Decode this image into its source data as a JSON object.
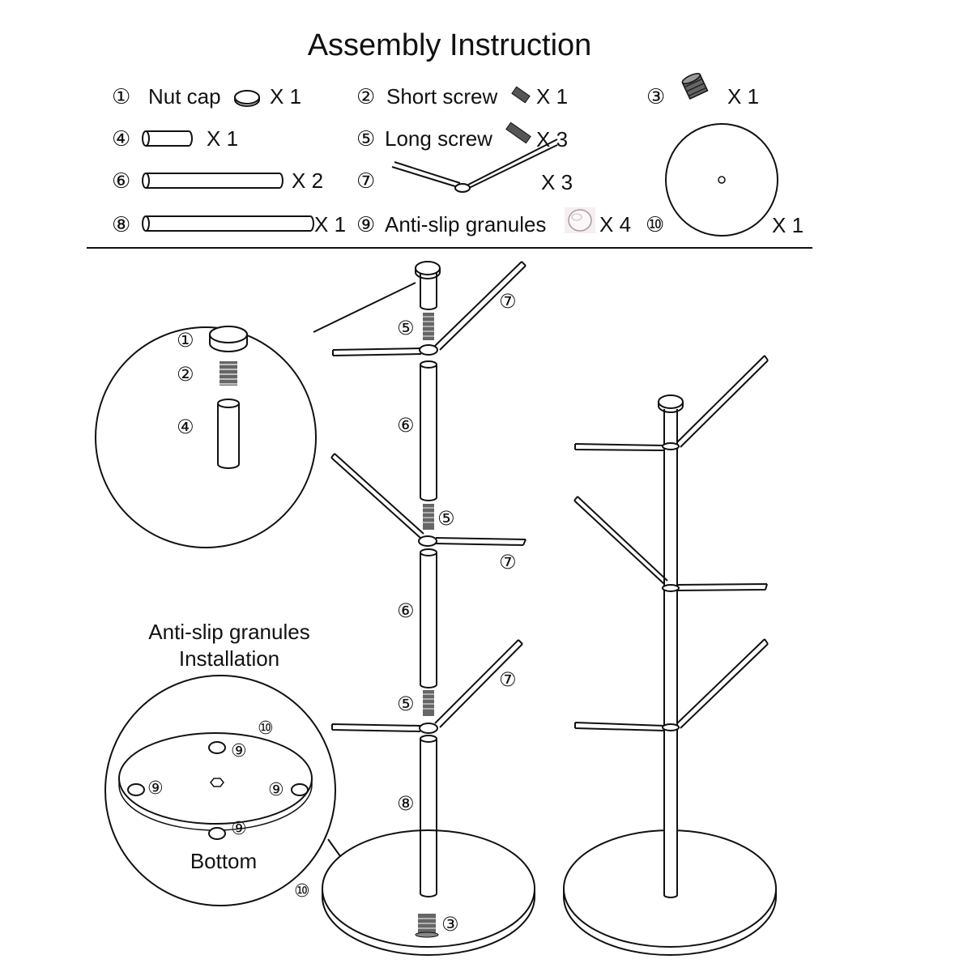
{
  "title": "Assembly Instruction",
  "parts": [
    {
      "num": "①",
      "name": "Nut cap",
      "qty": "X 1"
    },
    {
      "num": "②",
      "name": "Short screw",
      "qty": "X  1"
    },
    {
      "num": "③",
      "name": "",
      "qty": "X 1"
    },
    {
      "num": "④",
      "name": "",
      "qty": "X 1"
    },
    {
      "num": "⑤",
      "name": "Long screw",
      "qty": "X 3"
    },
    {
      "num": "⑥",
      "name": "",
      "qty": "X 2"
    },
    {
      "num": "⑦",
      "name": "",
      "qty": "X 3"
    },
    {
      "num": "⑧",
      "name": "",
      "qty": "X 1"
    },
    {
      "num": "⑨",
      "name": "Anti-slip granules",
      "qty": "X 4"
    },
    {
      "num": "⑩",
      "name": "",
      "qty": "X 1"
    }
  ],
  "callouts": {
    "n1": "①",
    "n2": "②",
    "n3": "③",
    "n4": "④",
    "n5": "⑤",
    "n6": "⑥",
    "n7": "⑦",
    "n8": "⑧",
    "n9": "⑨",
    "n10": "⑩"
  },
  "bottom_detail": {
    "heading_line1": "Anti-slip granules",
    "heading_line2": "Installation",
    "label": "Bottom"
  }
}
